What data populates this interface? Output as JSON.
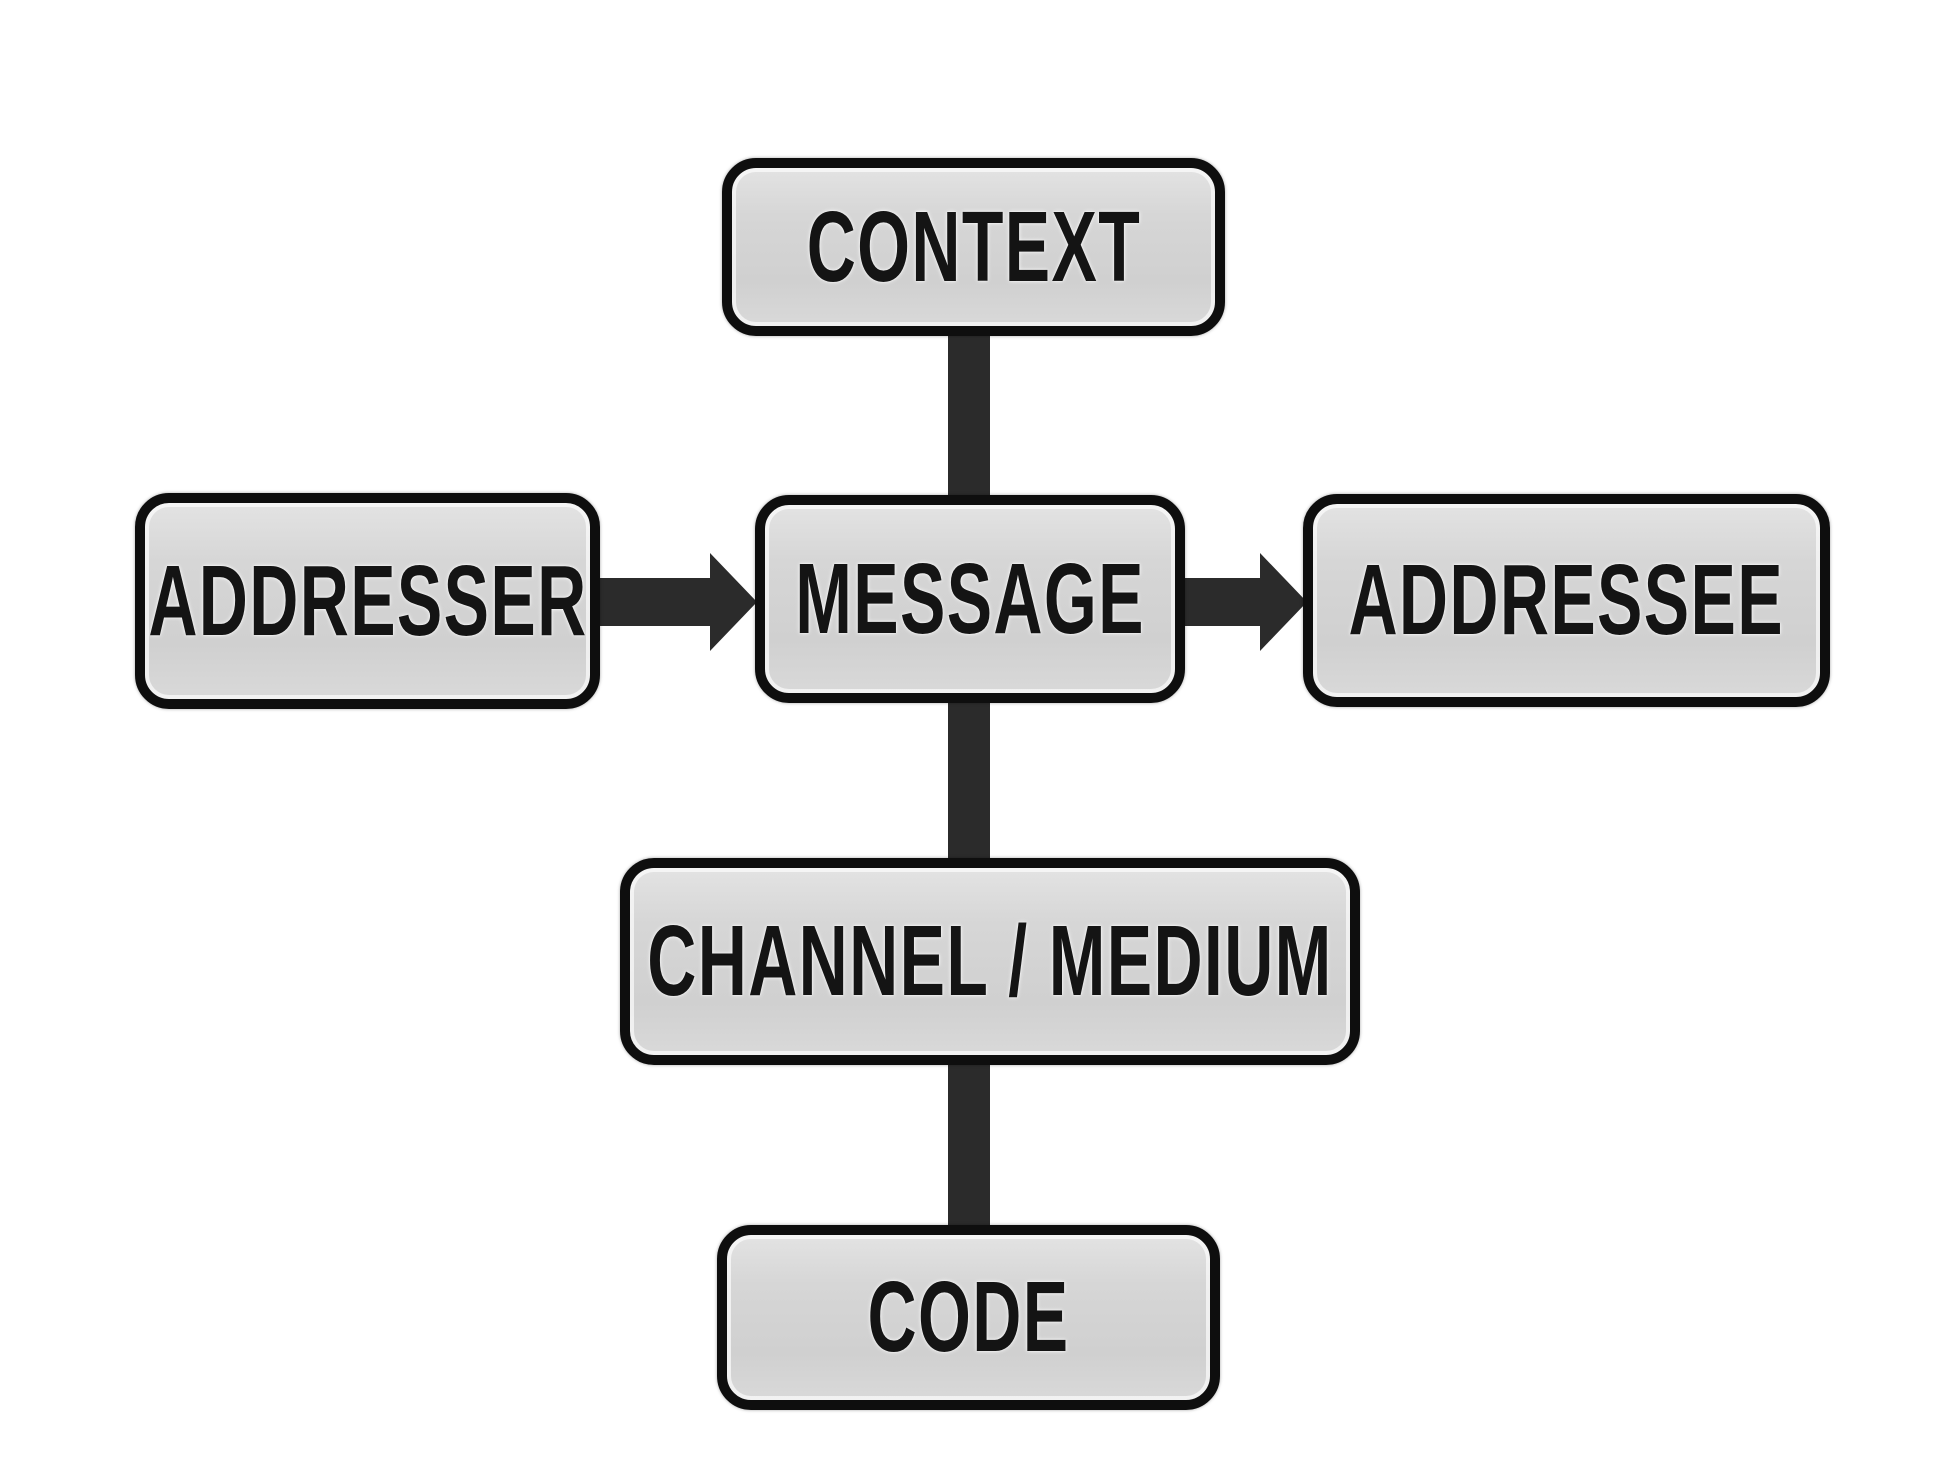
{
  "diagram": {
    "type": "communication-model-flowchart",
    "nodes": [
      {
        "id": "context",
        "label": "CONTEXT"
      },
      {
        "id": "addresser",
        "label": "ADDRESSER"
      },
      {
        "id": "message",
        "label": "MESSAGE"
      },
      {
        "id": "addressee",
        "label": "ADDRESSEE"
      },
      {
        "id": "channel",
        "label": "CHANNEL / MEDIUM"
      },
      {
        "id": "code",
        "label": "CODE"
      }
    ],
    "connections": [
      {
        "from": "addresser",
        "to": "message",
        "style": "arrow"
      },
      {
        "from": "message",
        "to": "addressee",
        "style": "arrow"
      },
      {
        "from": "context",
        "to": "message",
        "style": "line"
      },
      {
        "from": "message",
        "to": "channel",
        "style": "line"
      },
      {
        "from": "channel",
        "to": "code",
        "style": "line"
      }
    ],
    "colors": {
      "background": "#ffffff",
      "node_fill": "#d4d4d4",
      "node_border": "#0e0e0e",
      "connector": "#2b2b2b",
      "text": "#141414"
    }
  }
}
